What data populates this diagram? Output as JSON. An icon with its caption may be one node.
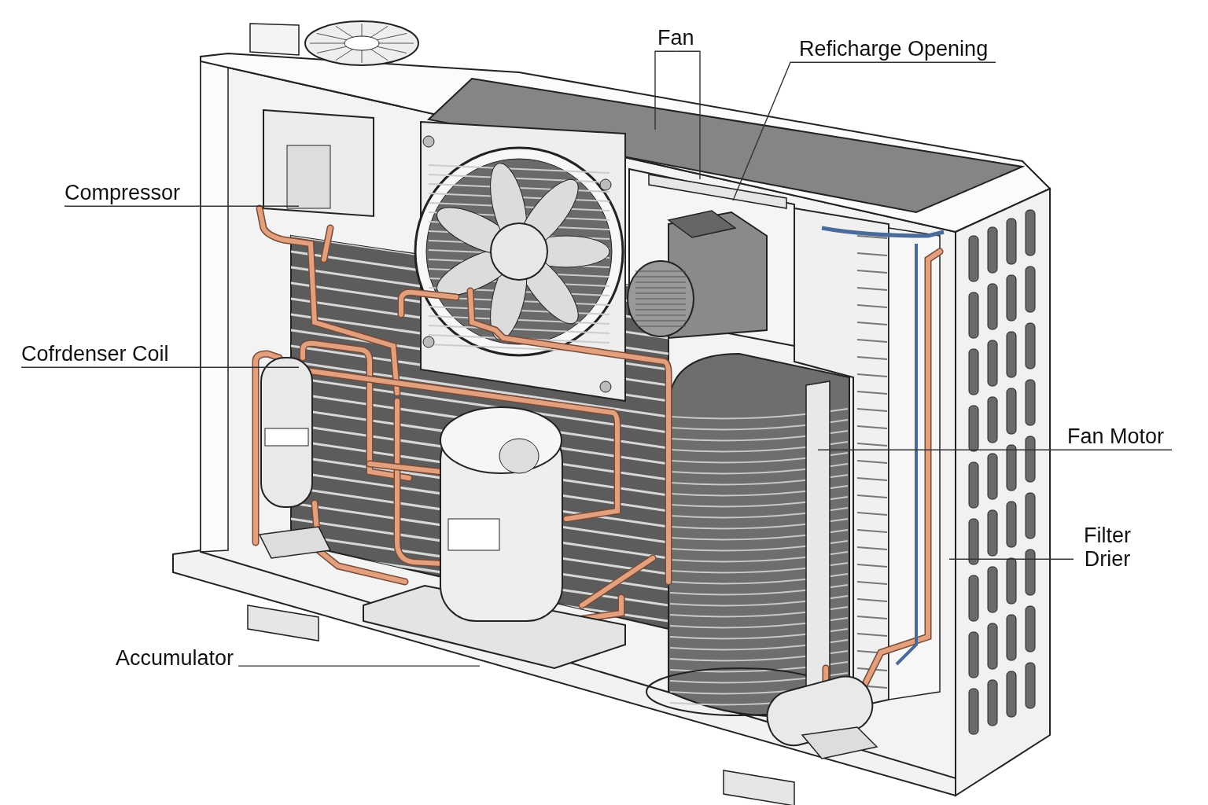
{
  "diagram": {
    "nodes": [
      {
        "text": [
          "Fan"
        ]
      },
      {
        "text": [
          "Reficharge Opening"
        ]
      },
      {
        "text": [
          "Compressor"
        ]
      },
      {
        "text": [
          "Cofrdenser Coil"
        ]
      },
      {
        "text": [
          "Fan Motor"
        ]
      },
      {
        "text": [
          "Filter Drier"
        ]
      },
      {
        "text": [
          "Accumulator"
        ]
      }
    ],
    "edges": [
      {
        "from": 0,
        "to": null,
        "arrow": "none"
      },
      {
        "from": 0,
        "to": null,
        "arrow": "none"
      },
      {
        "from": 1,
        "to": null,
        "arrow": "none"
      },
      {
        "from": 2,
        "to": null,
        "arrow": "none"
      },
      {
        "from": 3,
        "to": null,
        "arrow": "none"
      },
      {
        "from": 4,
        "to": null,
        "arrow": "none"
      },
      {
        "from": 5,
        "to": null,
        "arrow": "none"
      },
      {
        "from": 6,
        "to": null,
        "arrow": "none"
      }
    ]
  }
}
